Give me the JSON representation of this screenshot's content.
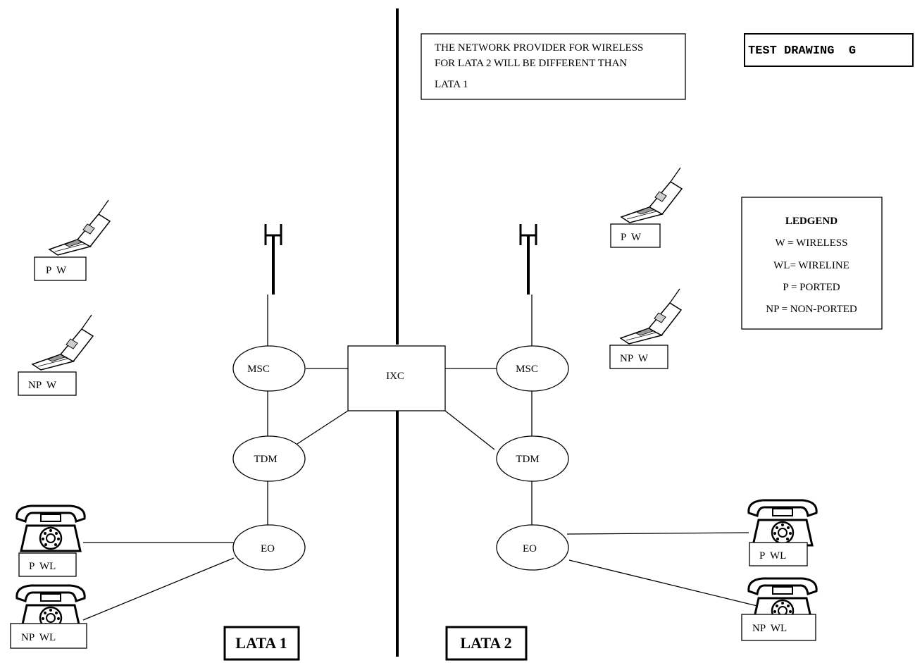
{
  "note": {
    "lines": [
      "THE NETWORK PROVIDER FOR WIRELESS",
      "FOR LATA  2 WILL BE DIFFERENT THAN",
      "LATA 1"
    ]
  },
  "title": "TEST DRAWING  G",
  "legend": {
    "heading": "LEDGEND",
    "items": [
      "W = WIRELESS",
      "WL= WIRELINE",
      "P = PORTED",
      "NP = NON-PORTED"
    ]
  },
  "nodes": {
    "ixc": "IXC",
    "msc_left": "MSC",
    "msc_right": "MSC",
    "tdm_left": "TDM",
    "tdm_right": "TDM",
    "eo_left": "EO",
    "eo_right": "EO"
  },
  "devices": {
    "left_cell_1": "P  W",
    "left_cell_2": "NP  W",
    "right_cell_1": "P  W",
    "right_cell_2": "NP  W",
    "left_phone_1": "P  WL",
    "left_phone_2": "NP  WL",
    "right_phone_1": "P  WL",
    "right_phone_2": "NP  WL"
  },
  "latas": {
    "left": "LATA 1",
    "right": "LATA 2"
  },
  "icons": [
    "antenna-icon",
    "cell-phone-icon",
    "desk-phone-icon"
  ]
}
